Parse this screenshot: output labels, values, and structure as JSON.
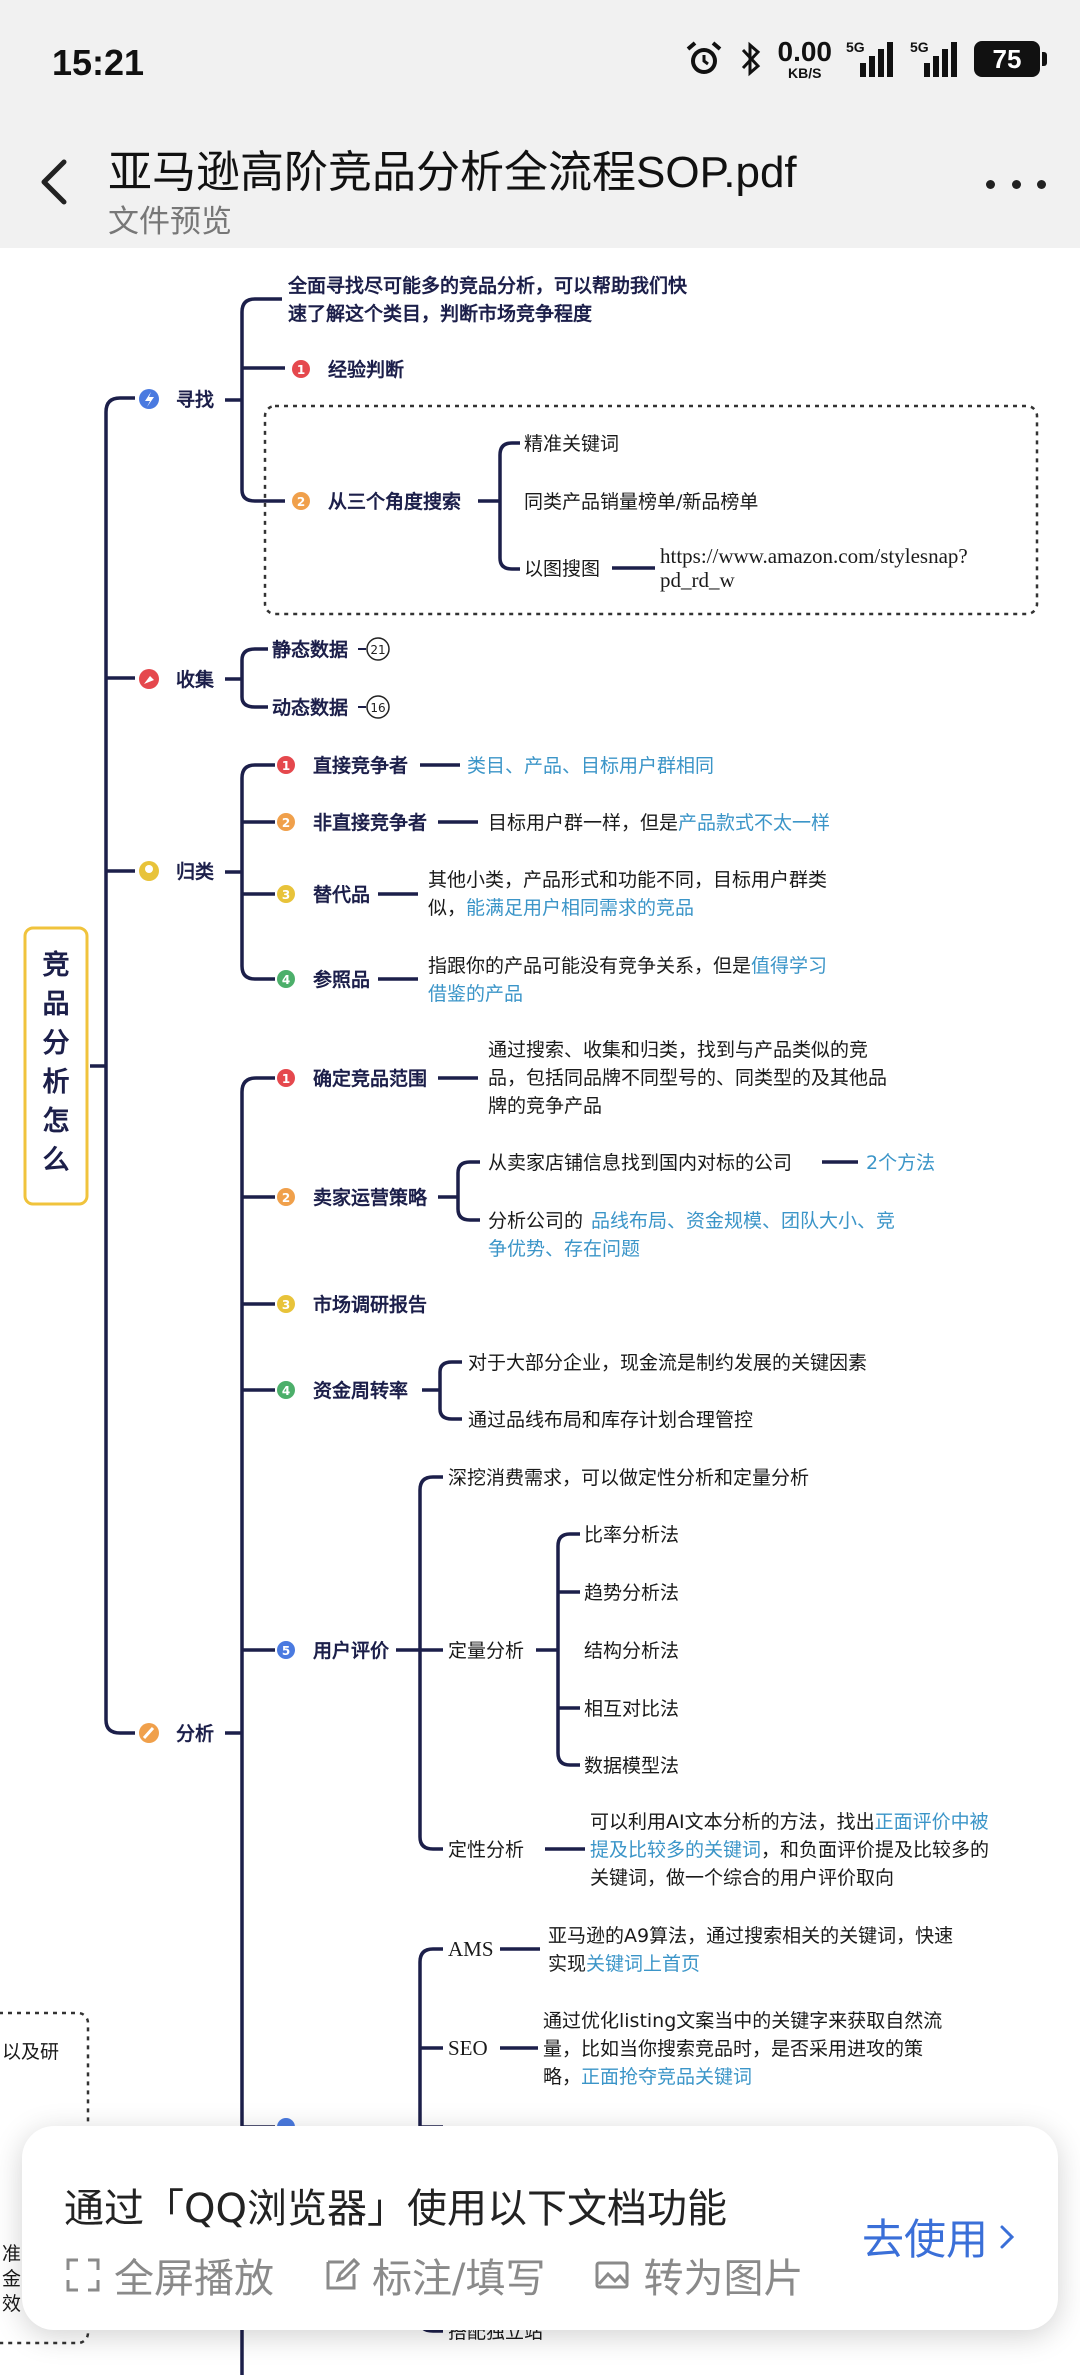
{
  "status_bar": {
    "time": "15:21",
    "net_speed_value": "0.00",
    "net_speed_unit": "KB/S",
    "sim1_tag": "5G",
    "sim2_tag": "5G",
    "battery": "75",
    "icons": [
      "alarm-icon",
      "bluetooth-icon",
      "signal-icon",
      "battery-icon"
    ]
  },
  "header": {
    "title": "亚马逊高阶竞品分析全流程SOP.pdf",
    "subtitle": "文件预览"
  },
  "mindmap": {
    "root": "竞品分析怎么做",
    "find": {
      "label": "寻找",
      "intro": [
        "全面寻找尽可能多的竞品分析，可以帮助我们快",
        "速了解这个类目，判断市场竞争程度"
      ],
      "item1": "经验判断",
      "item2": "从三个角度搜索",
      "angles": [
        "精准关键词",
        "同类产品销量榜单/新品榜单",
        "以图搜图"
      ],
      "link": [
        "https://www.amazon.com/stylesnap?",
        "pd_rd_w"
      ]
    },
    "collect": {
      "label": "收集",
      "static": "静态数据",
      "static_count": "21",
      "dynamic": "动态数据",
      "dynamic_count": "16"
    },
    "classify": {
      "label": "归类",
      "direct": "直接竞争者",
      "direct_desc": "类目、产品、目标用户群相同",
      "indirect": "非直接竞争者",
      "indirect_desc_a": "目标用户群一样，但是",
      "indirect_desc_b": "产品款式不太一样",
      "substitute": "替代品",
      "substitute_desc1": "其他小类，产品形式和功能不同，目标用户群类",
      "substitute_desc2a": "似，",
      "substitute_desc2b": "能满足用户相同需求的竞品",
      "reference": "参照品",
      "reference_desc1a": "指跟你的产品可能没有竞争关系，但是",
      "reference_desc1b": "值得学习",
      "reference_desc2": "借鉴的产品"
    },
    "analyze": {
      "label": "分析",
      "scope": "确定竞品范围",
      "scope_desc": [
        "通过搜索、收集和归类，找到与产品类似的竞",
        "品，包括同品牌不同型号的、同类型的及其他品",
        "牌的竞争产品"
      ],
      "seller": "卖家运营策略",
      "seller_a": "从卖家店铺信息找到国内对标的公司",
      "seller_a_link": "2个方法",
      "seller_b1": "分析公司的",
      "seller_b1_blue": "品线布局、资金规模、团队大小、竞",
      "seller_b2_blue": "争优势、存在问题",
      "market": "市场调研报告",
      "turnover": "资金周转率",
      "turnover_a": "对于大部分企业，现金流是制约发展的关键因素",
      "turnover_b": "通过品线布局和库存计划合理管控",
      "review": "用户评价",
      "review_intro": "深挖消费需求，可以做定性分析和定量分析",
      "quant": "定量分析",
      "quant_methods": [
        "比率分析法",
        "趋势分析法",
        "结构分析法",
        "相互对比法",
        "数据模型法"
      ],
      "qual": "定性分析",
      "qual_l1a": "可以利用AI文本分析的方法，找出",
      "qual_l1b": "正面评价中被",
      "qual_l2a": "提及比较多的关键词",
      "qual_l2b": "，和负面评价提及比较多的",
      "qual_l3": "关键词，做一个综合的用户评价取向",
      "ams": "AMS",
      "ams_l1": "亚马逊的A9算法，通过搜索相关的关键词，快速",
      "ams_l2a": "实现",
      "ams_l2b": "关键词上首页",
      "seo": "SEO",
      "seo_l1": "通过优化listing文案当中的关键字来获取自然流",
      "seo_l2": "量，比如当你搜索竞品时，是否采用进攻的策",
      "seo_l3a": "略，",
      "seo_l3b": "正面抢夺竞品关键词",
      "left_frag1": "以及研",
      "left_frag2": "准",
      "left_frag3": "金,",
      "left_frag4": "效",
      "bottom_frag": "搭配独立站"
    }
  },
  "promo": {
    "title": "通过「QQ浏览器」使用以下文档功能",
    "cta": "去使用",
    "features": [
      {
        "icon": "fullscreen-icon",
        "label": "全屏播放"
      },
      {
        "icon": "edit-icon",
        "label": "标注/填写"
      },
      {
        "icon": "image-icon",
        "label": "转为图片"
      }
    ]
  },
  "colors": {
    "line": "#1c1f4a",
    "accent_blue": "#3b95c8",
    "root_border": "#f0c33c",
    "badge_red": "#e5484d",
    "badge_orange": "#f0a04b",
    "badge_yellow": "#e8c33a",
    "badge_green": "#4caf6a",
    "badge_blue": "#4a7ae0",
    "cta": "#3a6fd8"
  }
}
